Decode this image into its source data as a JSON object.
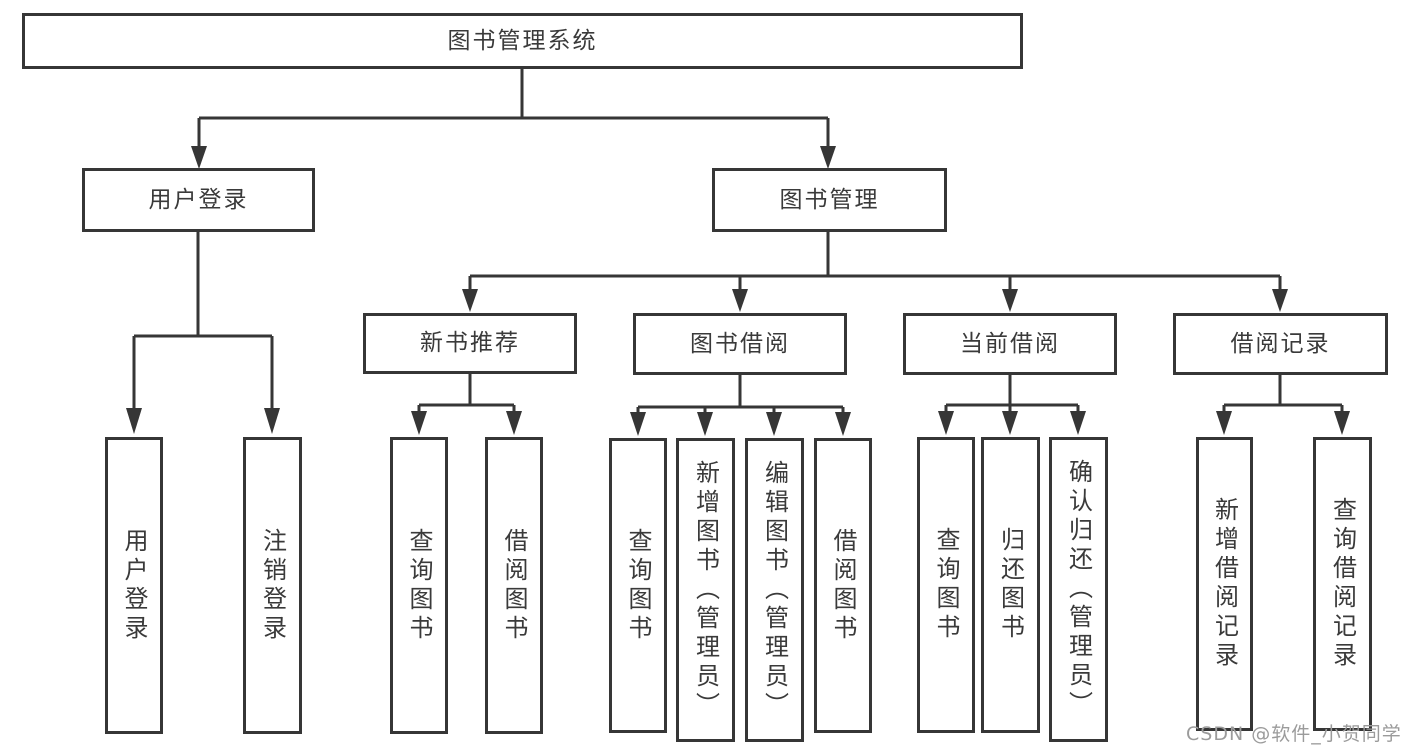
{
  "diagram": {
    "root": {
      "label": "图书管理系统"
    },
    "level2": [
      {
        "label": "用户登录"
      },
      {
        "label": "图书管理"
      }
    ],
    "level3": [
      {
        "label": "新书推荐"
      },
      {
        "label": "图书借阅"
      },
      {
        "label": "当前借阅"
      },
      {
        "label": "借阅记录"
      }
    ],
    "leaves": {
      "user_login_group": [
        {
          "label": "用户登录"
        },
        {
          "label": "注销登录"
        }
      ],
      "new_books_group": [
        {
          "label": "查询图书"
        },
        {
          "label": "借阅图书"
        }
      ],
      "borrow_group": [
        {
          "label": "查询图书"
        },
        {
          "label": "新增图书（管理员）"
        },
        {
          "label": "编辑图书（管理员）"
        },
        {
          "label": "借阅图书"
        }
      ],
      "current_borrow_group": [
        {
          "label": "查询图书"
        },
        {
          "label": "归还图书"
        },
        {
          "label": "确认归还（管理员）"
        }
      ],
      "records_group": [
        {
          "label": "新增借阅记录"
        },
        {
          "label": "查询借阅记录"
        }
      ]
    },
    "watermark": "CSDN @软件_小贺同学",
    "colors": {
      "line": "#363636",
      "box_border": "#363636",
      "text": "#3a3a3a",
      "watermark": "#9b9b9b",
      "background": "#ffffff"
    }
  }
}
